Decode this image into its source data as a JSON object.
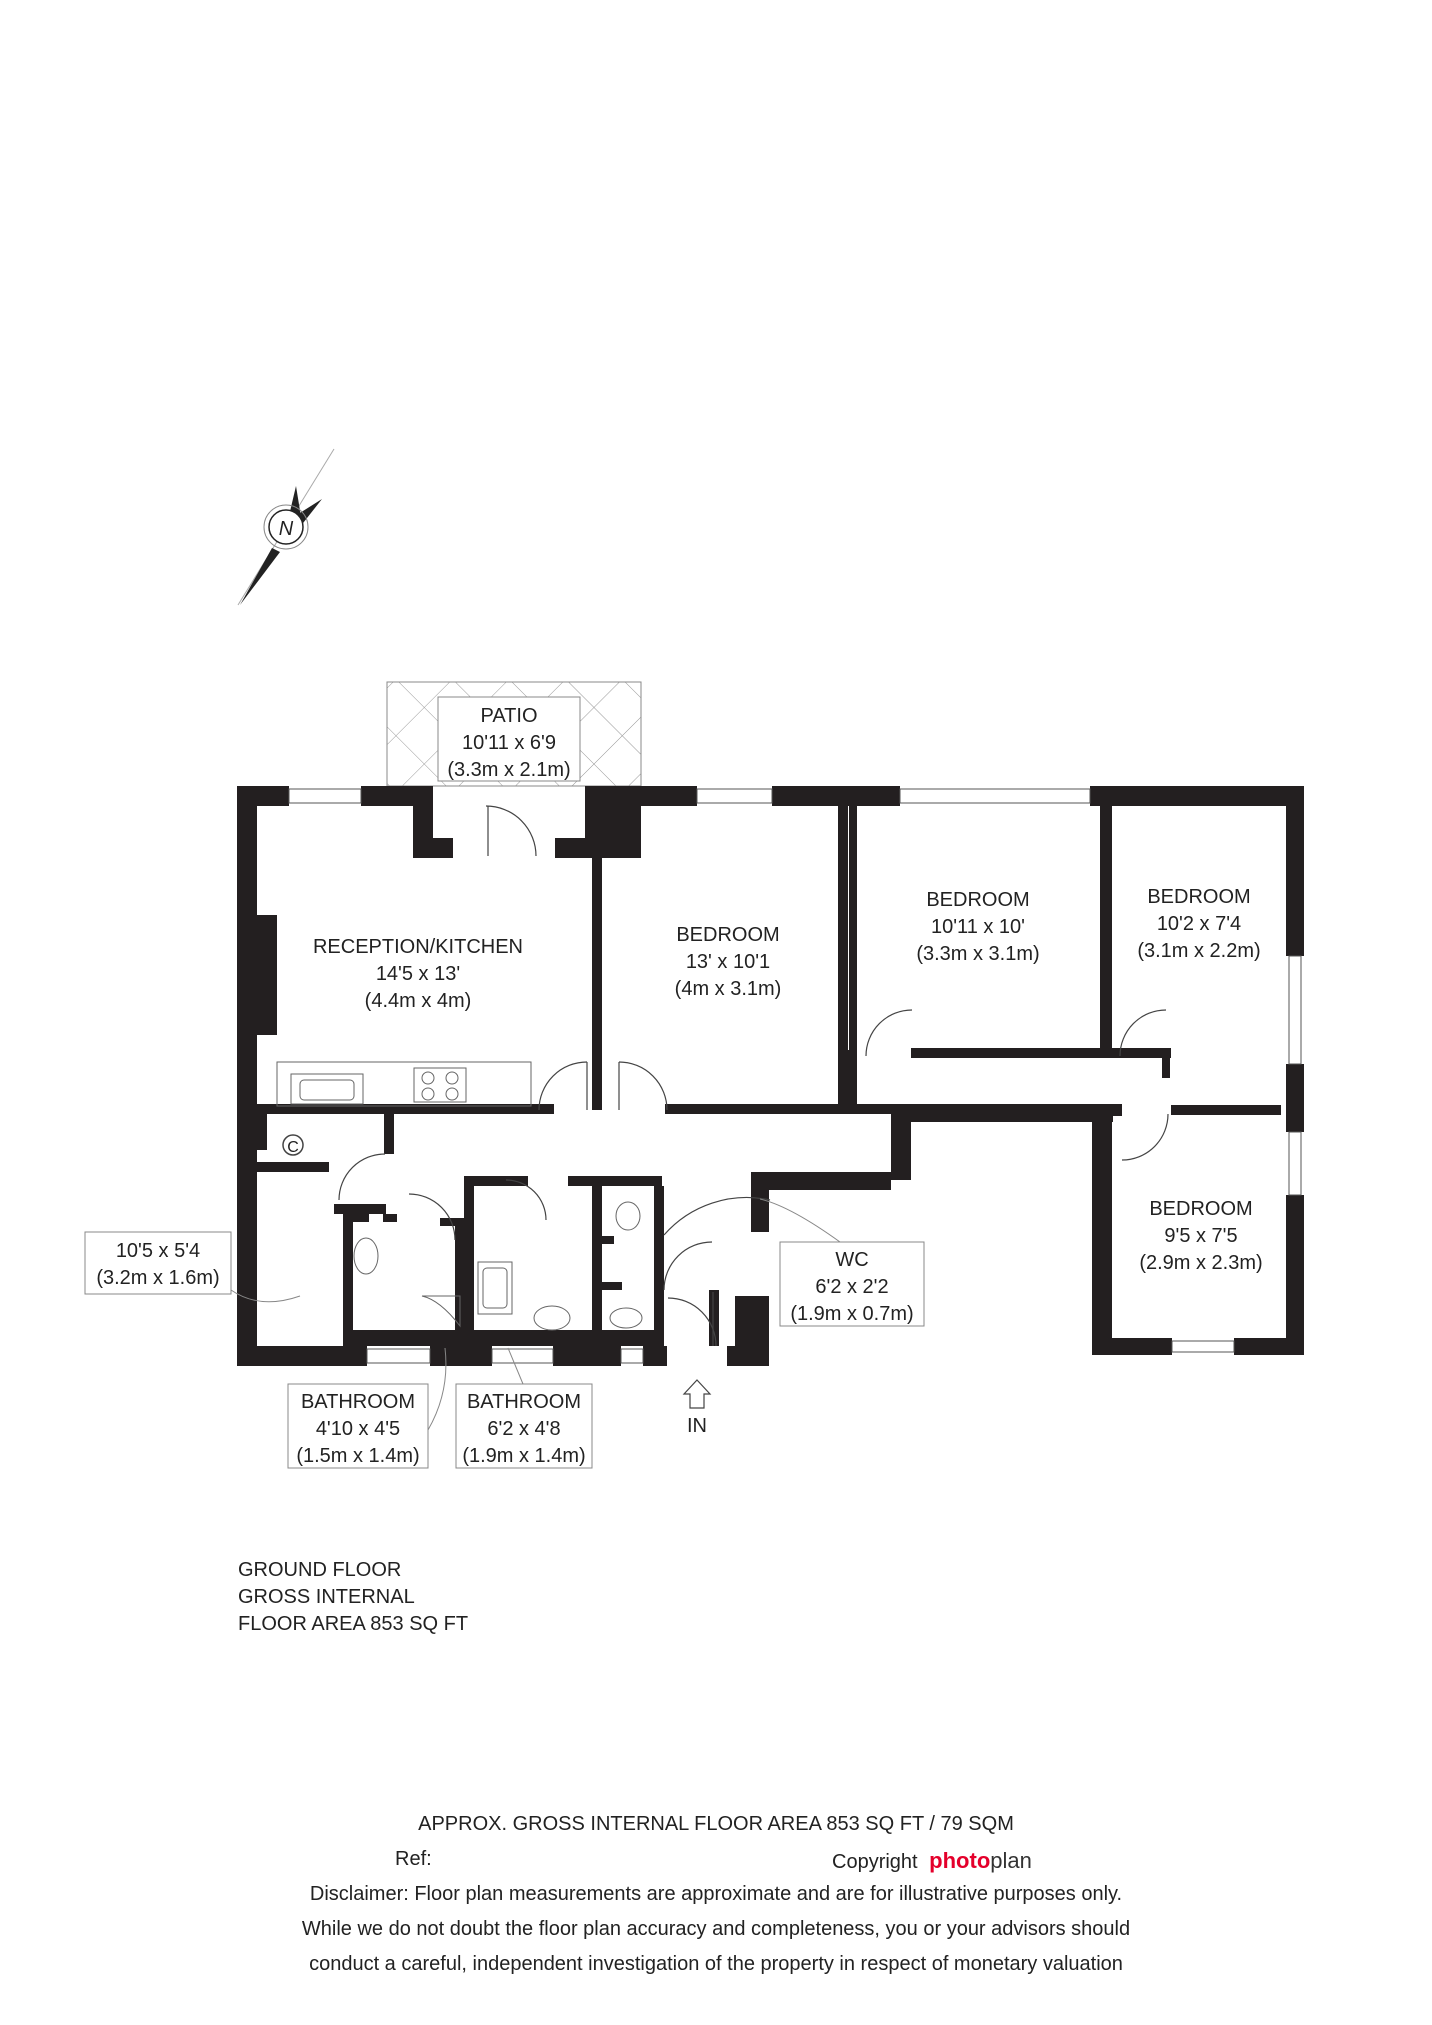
{
  "rooms": {
    "patio": {
      "name": "PATIO",
      "imperial": "10'11 x 6'9",
      "metric": "(3.3m x 2.1m)"
    },
    "reception": {
      "name": "RECEPTION/KITCHEN",
      "imperial": "14'5 x 13'",
      "metric": "(4.4m x 4m)"
    },
    "bedroom1": {
      "name": "BEDROOM",
      "imperial": "13' x 10'1",
      "metric": "(4m x 3.1m)"
    },
    "bedroom2": {
      "name": "BEDROOM",
      "imperial": "10'11 x 10'",
      "metric": "(3.3m x 3.1m)"
    },
    "bedroom3": {
      "name": "BEDROOM",
      "imperial": "10'2 x 7'4",
      "metric": "(3.1m x 2.2m)"
    },
    "bedroom4": {
      "name": "BEDROOM",
      "imperial": "9'5 x 7'5",
      "metric": "(2.9m x 2.3m)"
    },
    "hall": {
      "imperial": "10'5 x 5'4",
      "metric": "(3.2m x 1.6m)"
    },
    "wc": {
      "name": "WC",
      "imperial": "6'2 x 2'2",
      "metric": "(1.9m x 0.7m)"
    },
    "bathroom1": {
      "name": "BATHROOM",
      "imperial": "4'10 x 4'5",
      "metric": "(1.5m x 1.4m)"
    },
    "bathroom2": {
      "name": "BATHROOM",
      "imperial": "6'2 x 4'8",
      "metric": "(1.9m x 1.4m)"
    }
  },
  "entrance_label": "IN",
  "cupboard_label": "C",
  "compass_label": "N",
  "summary": {
    "line1": "GROUND FLOOR",
    "line2": "GROSS INTERNAL",
    "line3": "FLOOR AREA 853 SQ FT"
  },
  "footer": {
    "area": "APPROX. GROSS INTERNAL FLOOR AREA 853 SQ FT / 79 SQM",
    "ref_label": "Ref:",
    "copyright_label": "Copyright",
    "brand_part1": "photo",
    "brand_part2": "plan",
    "disclaimer1": "Disclaimer: Floor plan measurements are approximate and are for illustrative purposes only.",
    "disclaimer2": "While we do not doubt the floor plan accuracy and completeness, you or your advisors should",
    "disclaimer3": "conduct a careful, independent investigation of the property in respect of monetary valuation"
  },
  "colors": {
    "wall": "#231f20",
    "brand": "#e4002b"
  }
}
